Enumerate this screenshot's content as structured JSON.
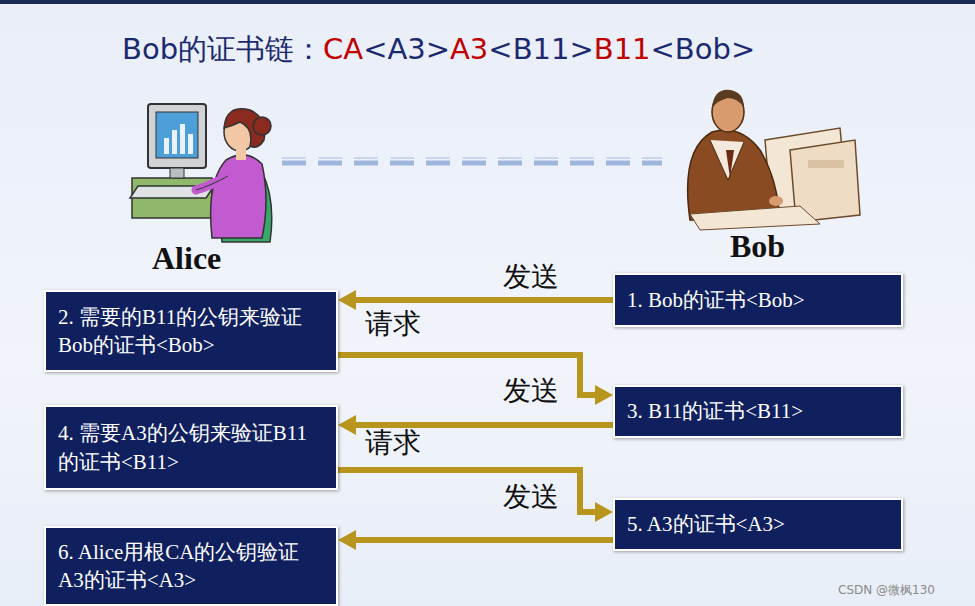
{
  "diagram": {
    "title": "Bob的证书链：",
    "nodes": [
      {
        "text": [
          "1. Bob的证书<Bob>"
        ]
      },
      {
        "text": [
          "2. 需要的B11的公钥来验证Bob的证书<Bob>"
        ]
      },
      {
        "text": [
          "3. B11的证书<B11>"
        ]
      },
      {
        "text": [
          "4. 需要A3的公钥来验证B11的证书<B11>"
        ]
      },
      {
        "text": [
          "5. A3的证书<A3>"
        ]
      },
      {
        "text": [
          "6. Alice用根CA的公钥验证A3的证书<A3>"
        ]
      }
    ],
    "edges": [
      {
        "from": 0,
        "to": 1,
        "label": "发送",
        "arrow": "to"
      },
      {
        "from": 1,
        "to": 2,
        "label": "请求",
        "arrow": "to"
      },
      {
        "from": 2,
        "to": 3,
        "label": "发送",
        "arrow": "to"
      },
      {
        "from": 3,
        "to": 4,
        "label": "请求",
        "arrow": "to"
      },
      {
        "from": 4,
        "to": 5,
        "label": "发送",
        "arrow": "to"
      }
    ],
    "labels": [
      "CA",
      "<A3>",
      "A3",
      "<B11>",
      "B11",
      "<Bob>",
      "Alice",
      "Bob",
      "CSDN @微枫130"
    ]
  }
}
